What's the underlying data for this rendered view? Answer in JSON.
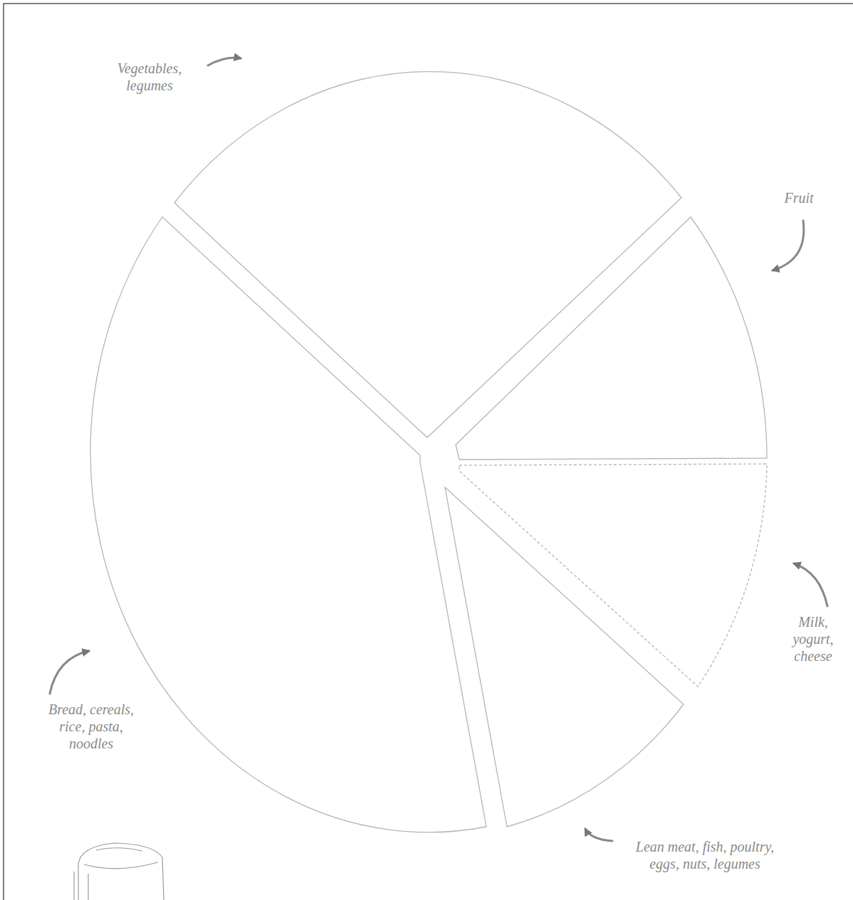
{
  "diagram": {
    "labels": [
      "Vegetables, legumes",
      "Fruit",
      "Milk, yogurt, cheese",
      "Bread, cereals, rice, pasta, noodles",
      "Lean meat, fish, poultry, eggs, nuts, legumes"
    ]
  }
}
